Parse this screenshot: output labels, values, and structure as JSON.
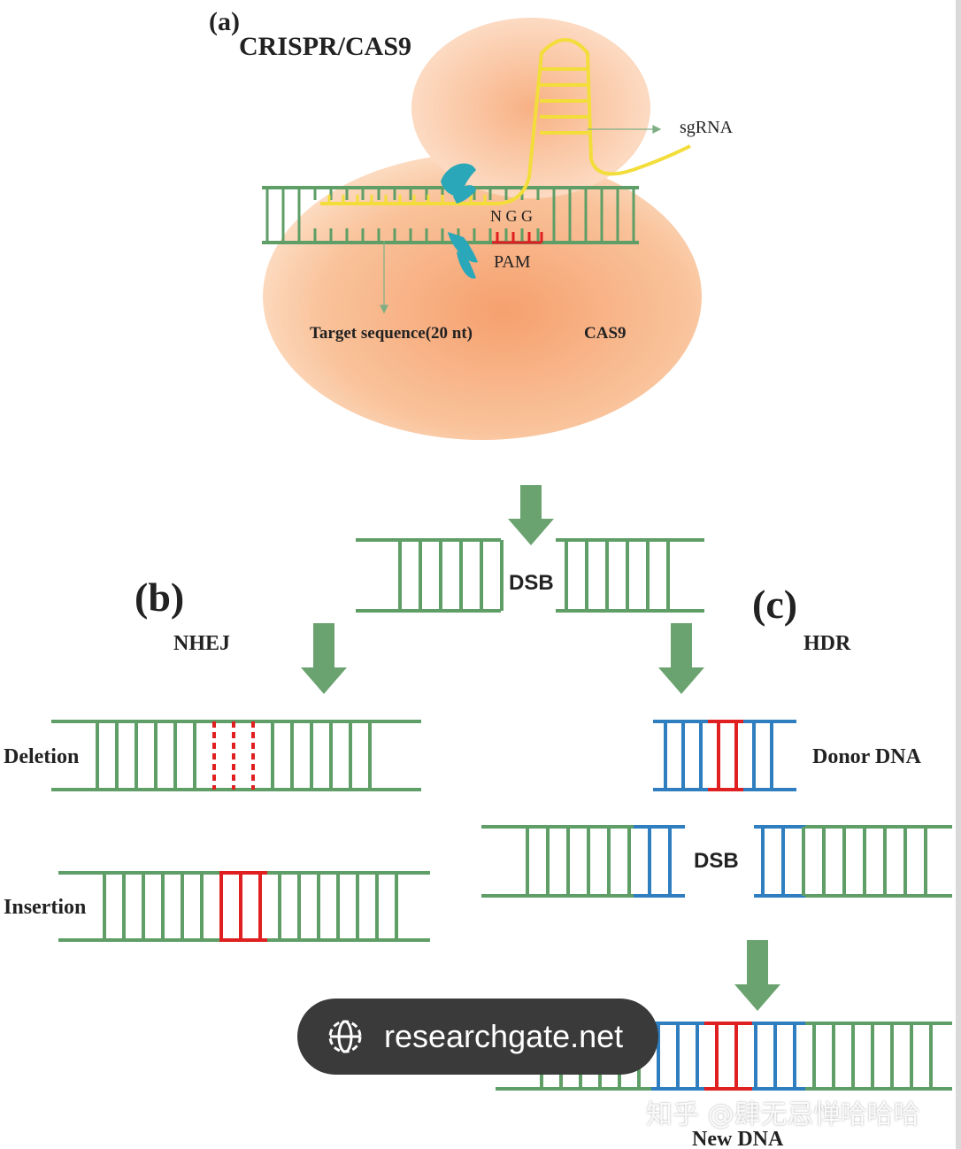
{
  "panel_a": {
    "letter": "(a)",
    "title": "CRISPR/CAS9",
    "sgrna_label": "sgRNA",
    "ngg_label": "N G G",
    "pam_label": "PAM",
    "target_label": "Target sequence(20 nt)",
    "cas9_label": "CAS9"
  },
  "dsb_top": {
    "label": "DSB"
  },
  "panel_b": {
    "letter": "(b)",
    "title": "NHEJ",
    "deletion_label": "Deletion",
    "insertion_label": "Insertion"
  },
  "panel_c": {
    "letter": "(c)",
    "title": "HDR",
    "donor_label": "Donor DNA",
    "dsb_label": "DSB",
    "new_dna_label": "New DNA"
  },
  "overlay": {
    "source_domain": "researchgate.net",
    "watermark": "知乎 @肆无忌惮哈哈哈"
  },
  "colors": {
    "dna_green": "#5f9e66",
    "edit_red": "#e02020",
    "donor_blue": "#2f7fc0",
    "arrow_green": "#6aa36f",
    "cas9_orange": "#f7a878",
    "sgrna_yellow": "#f2dd3a"
  }
}
